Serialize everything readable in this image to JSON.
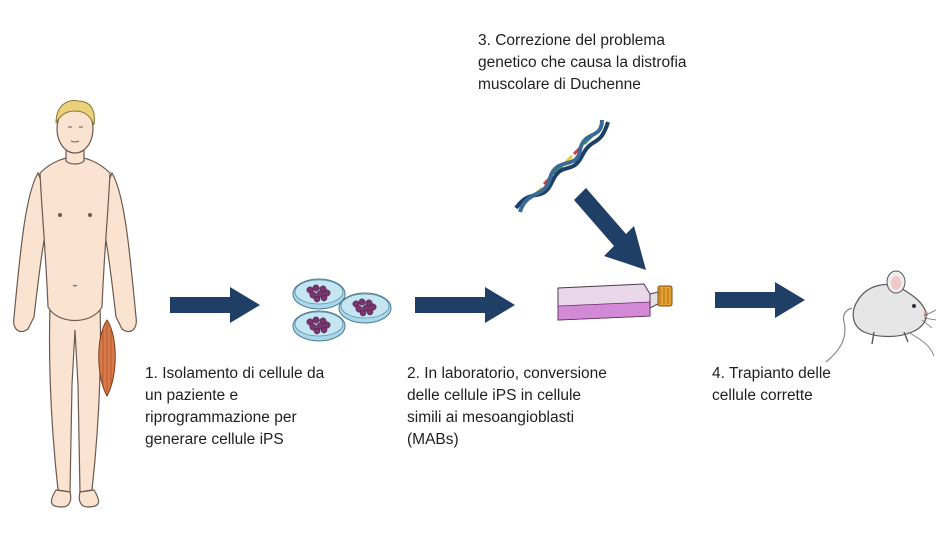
{
  "steps": {
    "step1": "1. Isolamento di cellule da\nun paziente e\nriprogrammazione per\ngenerare cellule  iPS",
    "step2": "2. In laboratorio, conversione\ndelle cellule iPS in cellule\nsimili ai mesoangioblasti\n(MABs)",
    "step3": "3. Correzione del problema\ngenetico che causa la distrofia\nmuscolare di Duchenne",
    "step4": "4. Trapianto delle\ncellule corrette"
  },
  "icons": [
    "human-body-icon",
    "muscle-icon",
    "petri-dishes-icon",
    "dna-helix-icon",
    "culture-flask-icon",
    "mouse-icon",
    "arrow-icon"
  ],
  "colors": {
    "arrow": "#1f3f66",
    "skin": "#fbe3d1",
    "hair": "#ead27a",
    "muscle": "#d97a4a",
    "dish": "#a8d7ea",
    "cells": "#7a3470",
    "flask_liquid": "#d28ad6",
    "cap": "#e6a032"
  }
}
